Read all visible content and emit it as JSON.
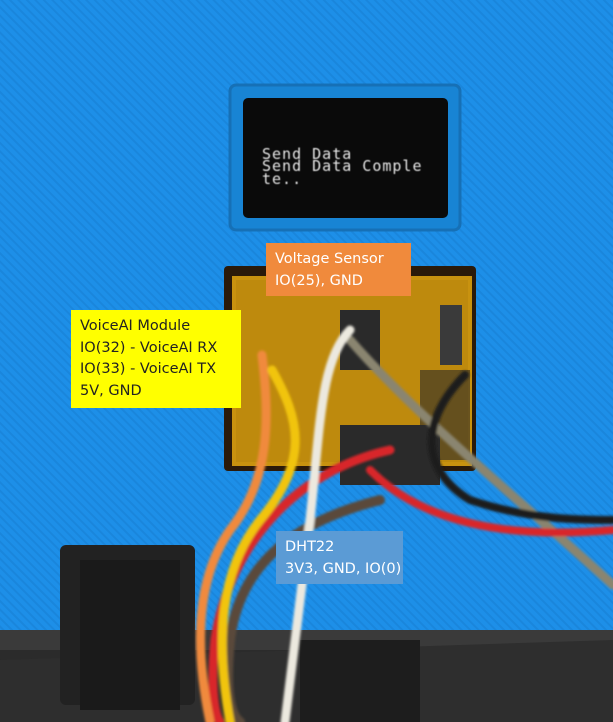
{
  "oled": {
    "line1": "Send Data",
    "line2": "Send Data Comple",
    "line3": "te.."
  },
  "labels": {
    "voltage_sensor": [
      "Voltage Sensor",
      "IO(25), GND"
    ],
    "voiceai_module": [
      "VoiceAI Module",
      "IO(32) - VoiceAI RX",
      "IO(33) - VoiceAI TX",
      "5V, GND"
    ],
    "dht22": [
      "DHT22",
      "3V3, GND, IO(0)"
    ]
  },
  "colors": {
    "enclosure": "#1e90e8",
    "voltage_label_bg": "#f08a3c",
    "voiceai_label_bg": "#ffff00",
    "dht22_label_bg": "#5b9bd5"
  }
}
